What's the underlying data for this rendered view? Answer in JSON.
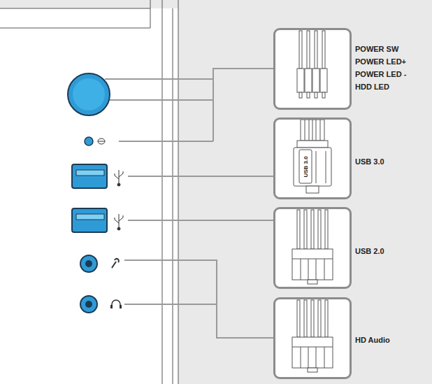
{
  "diagram": {
    "nodes": [
      {
        "text": [
          "POWER SW",
          "POWER LED+",
          "POWER LED -",
          "HDD LED"
        ]
      },
      {
        "text": [
          "USB 3.0"
        ]
      },
      {
        "text": [
          "USB 2.0"
        ]
      },
      {
        "text": [
          "HD Audio"
        ]
      }
    ],
    "labels": [
      "USB 3.0"
    ]
  }
}
